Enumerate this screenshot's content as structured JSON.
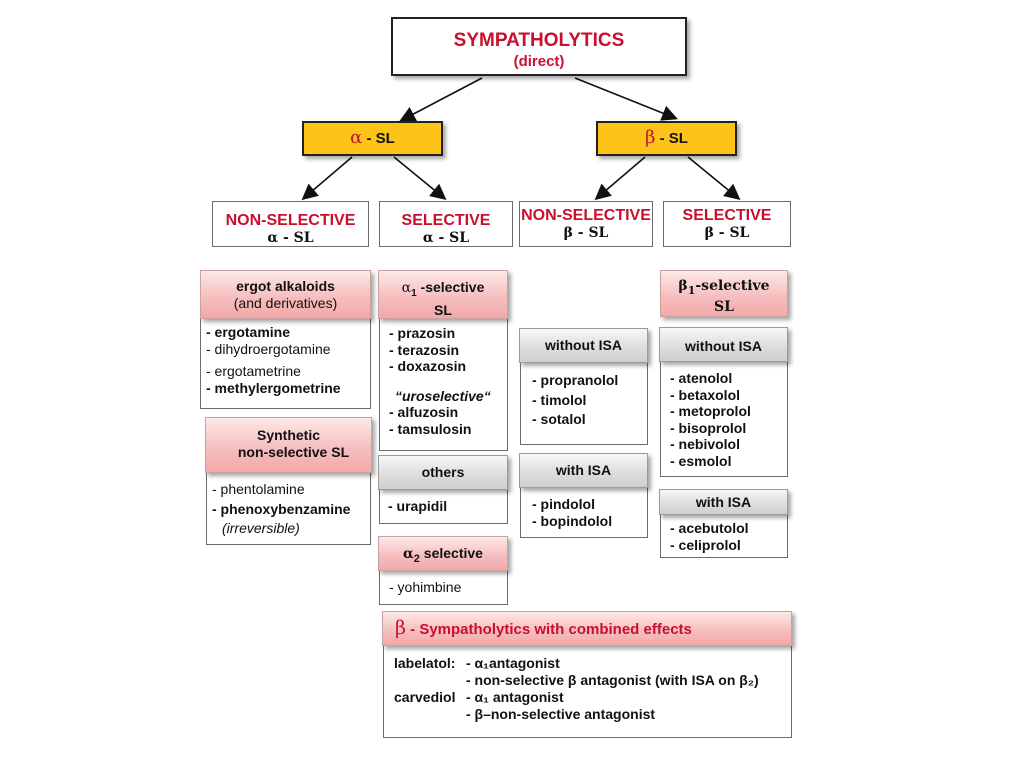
{
  "title": {
    "main": "SYMPATHOLYTICS",
    "sub": "(direct)"
  },
  "alpha_sl": {
    "symbol": "α",
    "label": "- SL"
  },
  "beta_sl": {
    "symbol": "β",
    "label": "- SL"
  },
  "categories": {
    "alpha_nonsel": {
      "title": "NON-SELECTIVE",
      "sub": "α - SL"
    },
    "alpha_sel": {
      "title": "SELECTIVE",
      "sub": "α - SL"
    },
    "beta_nonsel": {
      "title": "NON-SELECTIVE",
      "sub": "β - SL"
    },
    "beta_sel": {
      "title": "SELECTIVE",
      "sub": "β - SL"
    }
  },
  "ergot": {
    "head1": "ergot alkaloids",
    "head2": "(and derivatives)",
    "items": [
      "- ergotamine",
      "- dihydroergotamine",
      "- ergotametrine",
      "- methylergometrine"
    ]
  },
  "synthetic": {
    "head1": "Synthetic",
    "head2": "non-selective SL",
    "items": [
      "- phentolamine",
      "- phenoxybenzamine",
      "(irreversible)"
    ]
  },
  "alpha1": {
    "head_symbol": "α",
    "head_sub": "1",
    "head_text": " -selective",
    "head2": "SL",
    "items": [
      "- prazosin",
      "- terazosin",
      "- doxazosin"
    ],
    "uro_label": "“uroselective“",
    "uro_items": [
      "- alfuzosin",
      "- tamsulosin"
    ]
  },
  "others": {
    "head": "others",
    "items": [
      "- urapidil"
    ]
  },
  "alpha2": {
    "head_symbol": "α",
    "head_sub": "2",
    "head_text": " selective",
    "items": [
      "- yohimbine"
    ]
  },
  "beta_nonsel_without": {
    "head": "without ISA",
    "items": [
      "- propranolol",
      "- timolol",
      "- sotalol"
    ]
  },
  "beta_nonsel_with": {
    "head": "with ISA",
    "items": [
      "- pindolol",
      "- bopindolol"
    ]
  },
  "beta1": {
    "head_symbol": "β",
    "head_sub": "1",
    "head_text": "-selective",
    "head2": "SL"
  },
  "beta_sel_without": {
    "head": "without ISA",
    "items": [
      "- atenolol",
      "- betaxolol",
      "- metoprolol",
      "- bisoprolol",
      "- nebivolol",
      "- esmolol"
    ]
  },
  "beta_sel_with": {
    "head": "with ISA",
    "items": [
      "- acebutolol",
      "- celiprolol"
    ]
  },
  "combined": {
    "head_symbol": "β",
    "head_text": " - Sympatholytics with combined effects",
    "labetalol": "labelatol:",
    "carvediol": "carvediol",
    "lab_line1": "- α₁antagonist",
    "lab_line2": "- non-selective β antagonist (with ISA on β₂)",
    "car_line1": "- α₁ antagonist",
    "car_line2": "- β–non-selective antagonist"
  }
}
